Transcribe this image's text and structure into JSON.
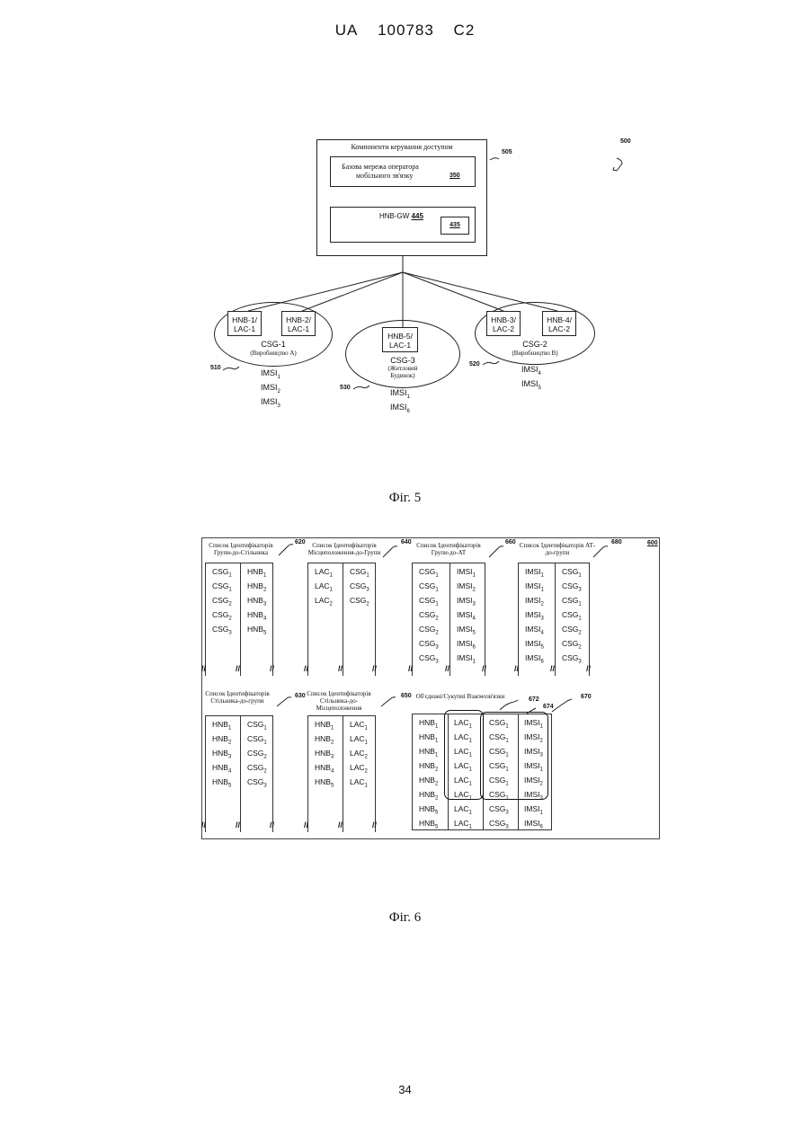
{
  "header": {
    "country": "UA",
    "number": "100783",
    "kind": "C2"
  },
  "fig5": {
    "ref_main": "500",
    "access_control": {
      "title": "Компоненти керування доступом",
      "ref": "505"
    },
    "core_network": {
      "line1": "Базова мережа оператора",
      "line2": "мобільного зв'язку",
      "ref": "350"
    },
    "hnb_gw": {
      "label": "HNB-GW",
      "ref": "445",
      "inner_ref": "435"
    },
    "groups": [
      {
        "ref": "510",
        "name": "CSG-1",
        "sub": "(Виробництво А)",
        "nodes": [
          [
            "HNB-1/",
            "LAC-1"
          ],
          [
            "HNB-2/",
            "LAC-1"
          ]
        ],
        "imsi": [
          "1",
          "2",
          "3"
        ]
      },
      {
        "ref": "530",
        "name": "CSG-3",
        "sub": "(Житловий Будинок)",
        "nodes": [
          [
            "HNB-5/",
            "LAC-1"
          ]
        ],
        "imsi": [
          "1",
          "6"
        ]
      },
      {
        "ref": "520",
        "name": "CSG-2",
        "sub": "(Виробництво В)",
        "nodes": [
          [
            "HNB-3/",
            "LAC-2"
          ],
          [
            "HNB-4/",
            "LAC-2"
          ]
        ],
        "imsi": [
          "4",
          "5"
        ]
      }
    ],
    "caption": "Фіг. 5"
  },
  "fig6": {
    "ref_main": "600",
    "tables": [
      {
        "id": "t620",
        "ref": "620",
        "title": "Список Ідентифікаторів Групи-до-Стільника",
        "rows": [
          [
            "CSG",
            "1",
            "HNB",
            "1"
          ],
          [
            "CSG",
            "1",
            "HNB",
            "2"
          ],
          [
            "CSG",
            "2",
            "HNB",
            "3"
          ],
          [
            "CSG",
            "2",
            "HNB",
            "4"
          ],
          [
            "CSG",
            "3",
            "HNB",
            "5"
          ]
        ]
      },
      {
        "id": "t640",
        "ref": "640",
        "title": "Список Ідентифікаторів Місцеположення-до-Групи",
        "rows": [
          [
            "LAC",
            "1",
            "CSG",
            "1"
          ],
          [
            "LAC",
            "1",
            "CSG",
            "3"
          ],
          [
            "LAC",
            "2",
            "CSG",
            "2"
          ]
        ]
      },
      {
        "id": "t660",
        "ref": "660",
        "title": "Список Ідентифікаторів Групи-до-АТ",
        "rows": [
          [
            "CSG",
            "1",
            "IMSI",
            "1"
          ],
          [
            "CSG",
            "1",
            "IMSI",
            "2"
          ],
          [
            "CSG",
            "1",
            "IMSI",
            "3"
          ],
          [
            "CSG",
            "2",
            "IMSI",
            "4"
          ],
          [
            "CSG",
            "2",
            "IMSI",
            "5"
          ],
          [
            "CSG",
            "3",
            "IMSI",
            "6"
          ],
          [
            "CSG",
            "3",
            "IMSI",
            "1"
          ]
        ]
      },
      {
        "id": "t680",
        "ref": "680",
        "title": "Список Ідентифікаторів АТ-до-групи",
        "rows": [
          [
            "IMSI",
            "1",
            "CSG",
            "1"
          ],
          [
            "IMSI",
            "1",
            "CSG",
            "3"
          ],
          [
            "IMSI",
            "2",
            "CSG",
            "1"
          ],
          [
            "IMSI",
            "3",
            "CSG",
            "1"
          ],
          [
            "IMSI",
            "4",
            "CSG",
            "2"
          ],
          [
            "IMSI",
            "5",
            "CSG",
            "2"
          ],
          [
            "IMSI",
            "6",
            "CSG",
            "3"
          ]
        ]
      },
      {
        "id": "t630",
        "ref": "630",
        "title": "Список Ідентифікаторів Стільника-до-групи",
        "rows": [
          [
            "HNB",
            "1",
            "CSG",
            "1"
          ],
          [
            "HNB",
            "2",
            "CSG",
            "1"
          ],
          [
            "HNB",
            "3",
            "CSG",
            "2"
          ],
          [
            "HNB",
            "4",
            "CSG",
            "2"
          ],
          [
            "HNB",
            "5",
            "CSG",
            "3"
          ]
        ]
      },
      {
        "id": "t650",
        "ref": "650",
        "title": "Список Ідентифікаторів Стільника-до-Місцеположення",
        "rows": [
          [
            "HNB",
            "1",
            "LAC",
            "1"
          ],
          [
            "HNB",
            "2",
            "LAC",
            "1"
          ],
          [
            "HNB",
            "3",
            "LAC",
            "2"
          ],
          [
            "HNB",
            "4",
            "LAC",
            "2"
          ],
          [
            "HNB",
            "5",
            "LAC",
            "1"
          ]
        ]
      }
    ],
    "merged": {
      "ref": "670",
      "ref_a": "672",
      "ref_b": "674",
      "title": "Об'єднані/Сукупні Взаємозв'язки",
      "rows": [
        [
          "HNB",
          "1",
          "LAC",
          "1",
          "CSG",
          "1",
          "IMSI",
          "1"
        ],
        [
          "HNB",
          "1",
          "LAC",
          "1",
          "CSG",
          "1",
          "IMSI",
          "2"
        ],
        [
          "HNB",
          "1",
          "LAC",
          "1",
          "CSG",
          "1",
          "IMSI",
          "3"
        ],
        [
          "HNB",
          "2",
          "LAC",
          "1",
          "CSG",
          "1",
          "IMSI",
          "1"
        ],
        [
          "HNB",
          "2",
          "LAC",
          "1",
          "CSG",
          "1",
          "IMSI",
          "2"
        ],
        [
          "HNB",
          "2",
          "LAC",
          "1",
          "CSG",
          "1",
          "IMSI",
          "3"
        ],
        [
          "HNB",
          "5",
          "LAC",
          "1",
          "CSG",
          "3",
          "IMSI",
          "1"
        ],
        [
          "HNB",
          "5",
          "LAC",
          "1",
          "CSG",
          "3",
          "IMSI",
          "6"
        ]
      ]
    },
    "caption": "Фіг. 6"
  },
  "page_number": "34"
}
